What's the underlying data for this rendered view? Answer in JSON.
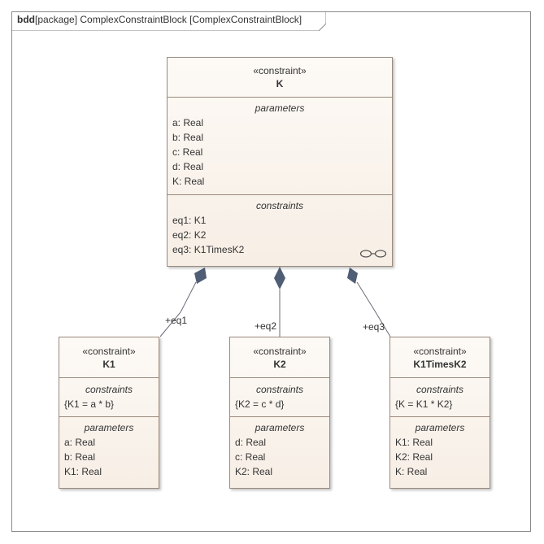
{
  "frame": {
    "kind": "bdd",
    "label": "[package] ComplexConstraintBlock [ComplexConstraintBlock]"
  },
  "blocks": {
    "k": {
      "stereotype": "«constraint»",
      "name": "K",
      "parameters_title": "parameters",
      "parameters": [
        "a: Real",
        "b: Real",
        "c: Real",
        "d: Real",
        "K: Real"
      ],
      "constraints_title": "constraints",
      "constraints": [
        "eq1: K1",
        "eq2: K2",
        "eq3: K1TimesK2"
      ],
      "icon": "structure-glasses-icon"
    },
    "k1": {
      "stereotype": "«constraint»",
      "name": "K1",
      "constraints_title": "constraints",
      "constraints": [
        "{K1 = a * b}"
      ],
      "parameters_title": "parameters",
      "parameters": [
        "a: Real",
        "b: Real",
        "K1: Real"
      ]
    },
    "k2": {
      "stereotype": "«constraint»",
      "name": "K2",
      "constraints_title": "constraints",
      "constraints": [
        "{K2 = c * d}"
      ],
      "parameters_title": "parameters",
      "parameters": [
        "d: Real",
        "c: Real",
        "K2: Real"
      ]
    },
    "k3": {
      "stereotype": "«constraint»",
      "name": "K1TimesK2",
      "constraints_title": "constraints",
      "constraints": [
        "{K = K1 * K2}"
      ],
      "parameters_title": "parameters",
      "parameters": [
        "K1: Real",
        "K2: Real",
        "K: Real"
      ]
    }
  },
  "associations": [
    {
      "role": "+eq1",
      "kind": "composition"
    },
    {
      "role": "+eq2",
      "kind": "composition"
    },
    {
      "role": "+eq3",
      "kind": "composition"
    }
  ],
  "colors": {
    "border": "#9b8a7c",
    "fill_top": "#fdfaf6",
    "fill_bottom": "#f7eee5",
    "connector": "#6b6b7b"
  }
}
